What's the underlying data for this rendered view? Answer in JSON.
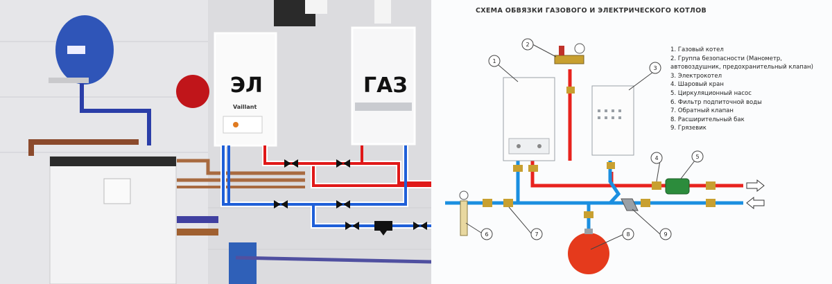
{
  "photo": {
    "label_electric": "ЭЛ",
    "label_gas": "ГАЗ",
    "brand": "Vaillant"
  },
  "diagram": {
    "title": "СХЕМА ОБВЯЗКИ ГАЗОВОГО И ЭЛЕКТРИЧЕСКОГО КОТЛОВ",
    "callouts": [
      "1",
      "2",
      "3",
      "4",
      "5",
      "6",
      "7",
      "8",
      "9"
    ],
    "legend": [
      "1. Газовый котел",
      "2. Группа безопасности (Манометр, автовоздушник, предохранительный клапан)",
      "3. Электрокотел",
      "4. Шаровый кран",
      "5. Циркуляционный насос",
      "6. Фильтр подпиточной воды",
      "7. Обратный клапан",
      "8. Расширительный бак",
      "9. Грязевик"
    ]
  },
  "colors": {
    "supply": "#e8231e",
    "return": "#1b8fe0",
    "photo_supply": "#e01818",
    "photo_return": "#1f5fd8",
    "expansion_tank": "#e53a1c"
  }
}
